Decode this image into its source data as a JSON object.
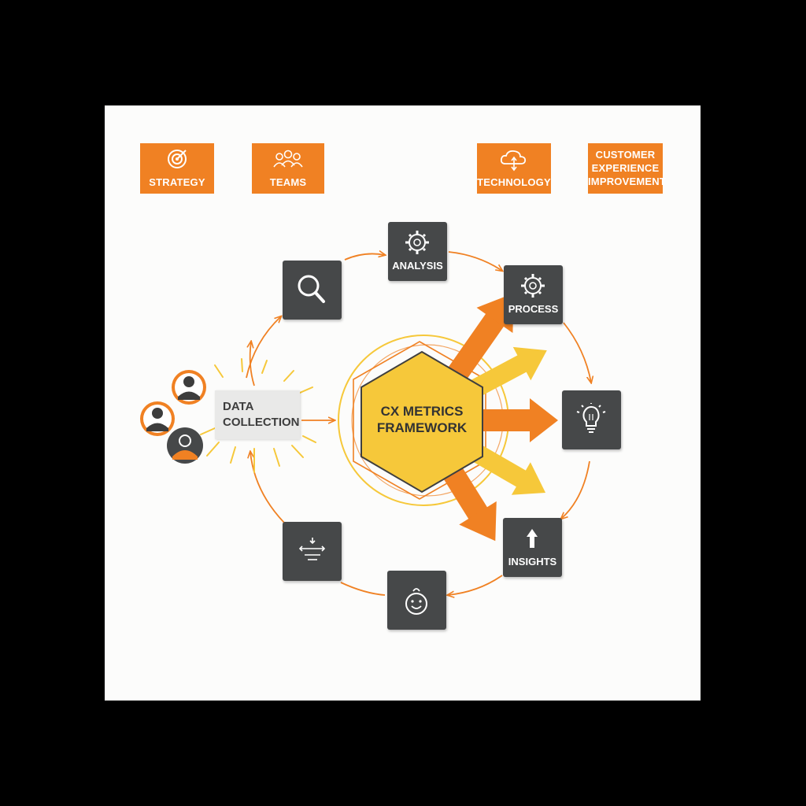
{
  "top_tags": {
    "strategy": "STRATEGY",
    "teams": "TEAMS",
    "technology": "TECHNOLOGY",
    "cx_improvement_line1": "CUSTOMER",
    "cx_improvement_line2": "EXPERIENCE",
    "cx_improvement_line3": "IMPROVEMENT"
  },
  "center": {
    "line1": "CX METRICS",
    "line2": "FRAMEWORK"
  },
  "data_collection": {
    "line1": "DATA",
    "line2": "COLLECTION"
  },
  "nodes": {
    "analysis": "ANALYSIS",
    "process": "PROCESS",
    "insights": "INSIGHTS"
  },
  "icons": [
    "target-icon",
    "people-icon",
    "cloud-sync-icon",
    "magnifier-icon",
    "gear-icon",
    "lightbulb-icon",
    "up-arrow-icon",
    "smiley-icon",
    "filter-icon",
    "user-avatar-icon"
  ],
  "colors": {
    "orange": "#f08123",
    "yellow": "#f6c83a",
    "dark_tile": "#464849",
    "canvas": "#fcfcfb"
  }
}
